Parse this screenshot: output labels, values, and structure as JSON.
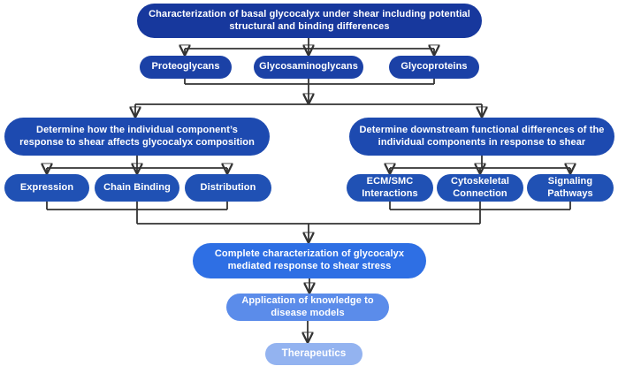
{
  "figure": {
    "root": {
      "label": "Characterization of basal glycocalyx under shear including potential structural and binding differences"
    },
    "components": [
      {
        "label": "Proteoglycans"
      },
      {
        "label": "Glycosaminoglycans"
      },
      {
        "label": "Glycoproteins"
      }
    ],
    "left_branch": {
      "header": "Determine how the individual component’s response to shear affects glycocalyx composition",
      "items": [
        {
          "label": "Expression"
        },
        {
          "label": "Chain Binding"
        },
        {
          "label": "Distribution"
        }
      ]
    },
    "right_branch": {
      "header": "Determine downstream functional differences of the individual components in response to shear",
      "items": [
        {
          "label": "ECM/SMC Interactions"
        },
        {
          "label": "Cytoskeletal Connection"
        },
        {
          "label": "Signaling Pathways"
        }
      ]
    },
    "outcome": {
      "label": "Complete characterization of glycocalyx mediated response to shear stress"
    },
    "application": {
      "label": "Application of knowledge to disease models"
    },
    "therapeutics": {
      "label": "Therapeutics"
    }
  },
  "colors": {
    "node_root": "#17389d",
    "node_components": "#1b41a6",
    "node_branch": "#1d4ab0",
    "node_sub": "#2051b4",
    "node_outcome": "#2e6fe4",
    "node_application": "#5b8cea",
    "node_therapeutics": "#93b3f0",
    "connector": "#333333",
    "text": "#ffffff",
    "background": "#ffffff"
  }
}
